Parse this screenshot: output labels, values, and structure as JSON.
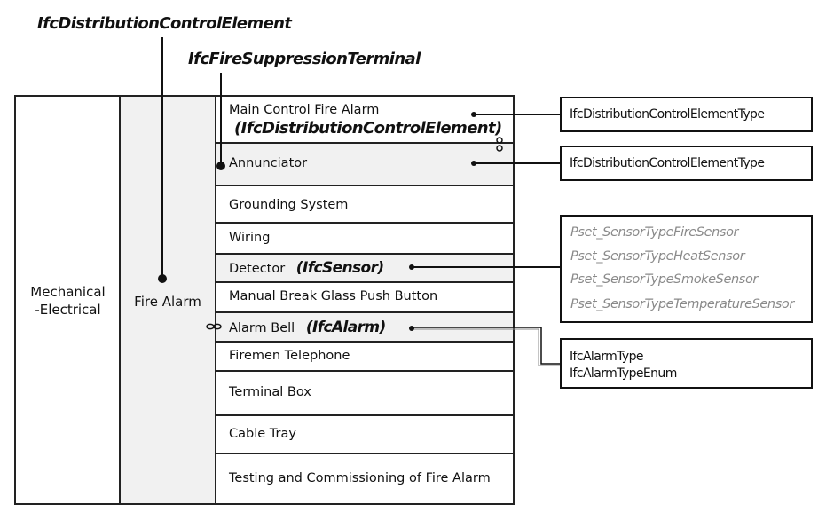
{
  "headers": {
    "distribution_control_element": "IfcDistributionControlElement",
    "fire_suppression_terminal": "IfcFireSuppressionTerminal"
  },
  "columns": {
    "discipline_line1": "Mechanical",
    "discipline_line2": "-Electrical",
    "system": "Fire Alarm"
  },
  "rows": [
    {
      "label": "Main Control Fire Alarm",
      "ifc": "(IfcDistributionControlElement)"
    },
    {
      "label": "Annunciator",
      "ifc": ""
    },
    {
      "label": "Grounding System",
      "ifc": ""
    },
    {
      "label": "Wiring",
      "ifc": ""
    },
    {
      "label": "Detector",
      "ifc": "(IfcSensor)"
    },
    {
      "label": "Manual Break Glass Push Button",
      "ifc": ""
    },
    {
      "label": "Alarm Bell",
      "ifc": "(IfcAlarm)"
    },
    {
      "label": "Firemen Telephone",
      "ifc": ""
    },
    {
      "label": "Terminal Box",
      "ifc": ""
    },
    {
      "label": "Cable Tray",
      "ifc": ""
    },
    {
      "label": "Testing and Commissioning of Fire Alarm",
      "ifc": ""
    }
  ],
  "type_boxes": {
    "main_control_type": "IfcDistributionControlElementType",
    "annunciator_type": "IfcDistributionControlElementType",
    "sensor_psets": [
      "Pset_SensorTypeFireSensor",
      "Pset_SensorTypeHeatSensor",
      "Pset_SensorTypeSmokeSensor",
      "Pset_SensorTypeTemperatureSensor"
    ],
    "alarm_type": "IfcAlarmType",
    "alarm_type_enum": "IfcAlarmTypeEnum"
  },
  "colors": {
    "line": "#111111",
    "shaded_row": "#f1f1f1",
    "pset_text": "#8a8a8a"
  }
}
